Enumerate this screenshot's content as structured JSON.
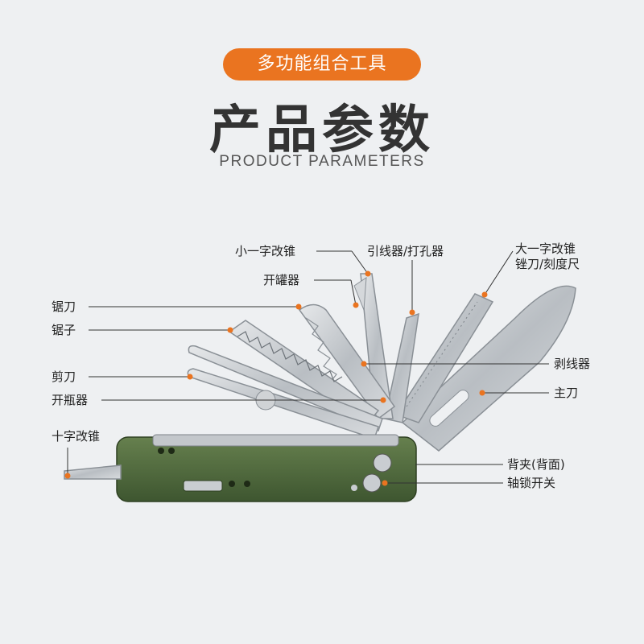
{
  "header": {
    "badge": "多功能组合工具",
    "title": "产品参数",
    "subtitle": "PRODUCT PARAMETERS"
  },
  "labels": {
    "small_flat_screwdriver": "小一字改锥",
    "wire_guide_awl": "引线器/打孔器",
    "large_flat_screwdriver": "大一字改锥",
    "file_ruler": "锉刀/刻度尺",
    "can_opener": "开罐器",
    "saw_knife": "锯刀",
    "saw": "锯子",
    "scissors": "剪刀",
    "bottle_opener": "开瓶器",
    "wire_stripper": "剥线器",
    "main_blade": "主刀",
    "phillips_screwdriver": "十字改锥",
    "back_clip": "背夹(背面)",
    "axis_lock": "轴锁开关"
  },
  "colors": {
    "accent": "#ea7420",
    "handle": "#4e6a3a",
    "steel": "#c9cdd1",
    "background": "#eef0f2"
  }
}
